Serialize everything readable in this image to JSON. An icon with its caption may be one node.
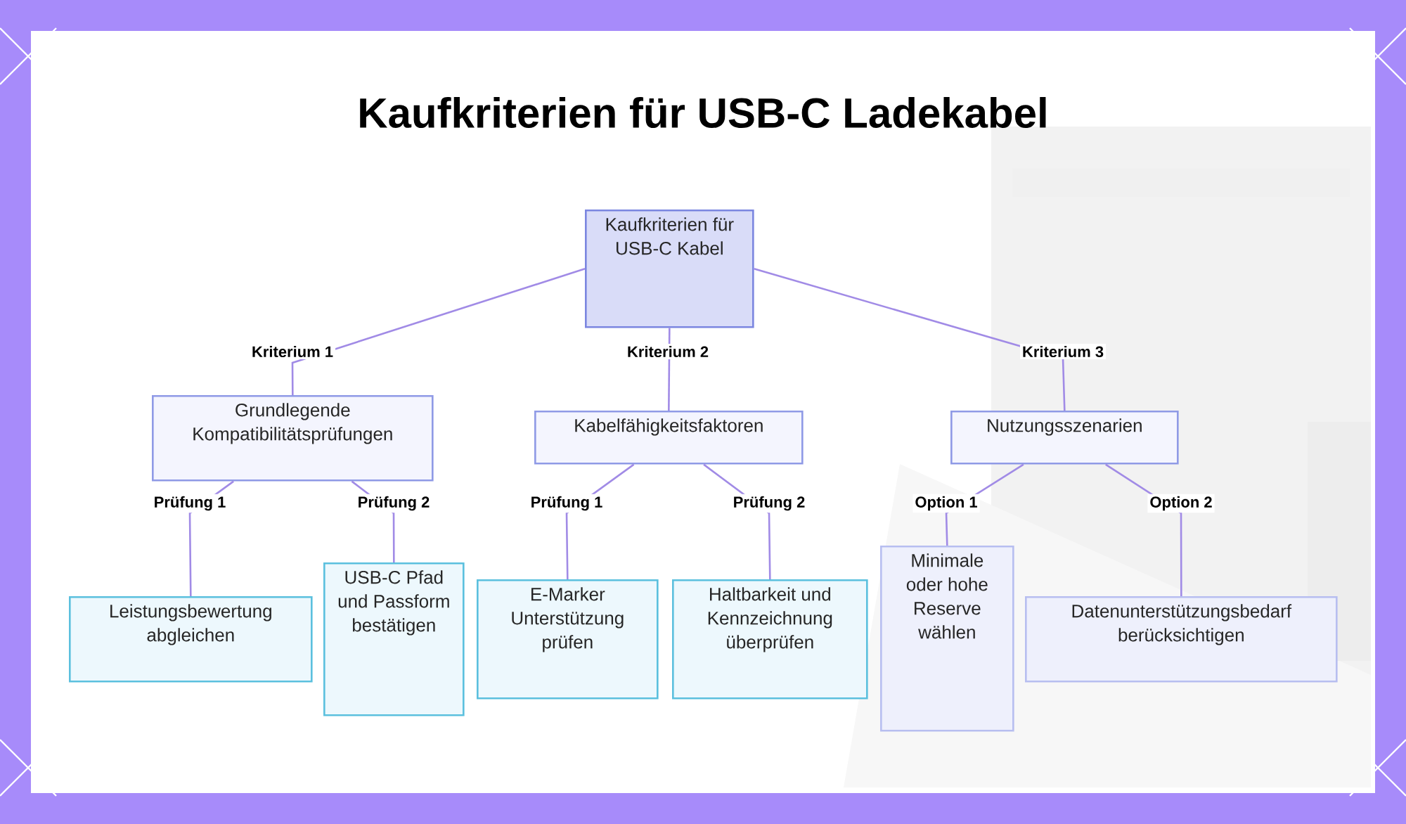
{
  "diagram": {
    "title": "Kaufkriterien für USB-C Ladekabel",
    "nodes": [
      {
        "text": [
          "Kaufkriterien für USB-C Kabel"
        ]
      },
      {
        "text": [
          "Grundlegende Kompatibilitätsprüfungen"
        ]
      },
      {
        "text": [
          "Kabelfähigkeitsfaktoren"
        ]
      },
      {
        "text": [
          "Nutzungsszenarien"
        ]
      },
      {
        "text": [
          "Leistungsbewertung abgleichen"
        ]
      },
      {
        "text": [
          "USB-C Pfad und Passform bestätigen"
        ]
      },
      {
        "text": [
          "E-Marker Unterstützung prüfen"
        ]
      },
      {
        "text": [
          "Haltbarkeit und Kennzeichnung überprüfen"
        ]
      },
      {
        "text": [
          "Minimale oder hohe Reserve wählen"
        ]
      },
      {
        "text": [
          "Datenunterstützungsbedarf berücksichtigen"
        ]
      }
    ],
    "edges": [
      {
        "from": 0,
        "to": 1,
        "arrow": "none",
        "label": "Kriterium 1"
      },
      {
        "from": 0,
        "to": 2,
        "arrow": "none",
        "label": "Kriterium 2"
      },
      {
        "from": 0,
        "to": 3,
        "arrow": "none",
        "label": "Kriterium 3"
      },
      {
        "from": 1,
        "to": 4,
        "arrow": "none",
        "label": "Prüfung 1"
      },
      {
        "from": 1,
        "to": 5,
        "arrow": "none",
        "label": "Prüfung 2"
      },
      {
        "from": 2,
        "to": 6,
        "arrow": "none",
        "label": "Prüfung 1"
      },
      {
        "from": 2,
        "to": 7,
        "arrow": "none",
        "label": "Prüfung 2"
      },
      {
        "from": 3,
        "to": 8,
        "arrow": "none",
        "label": "Option 1"
      },
      {
        "from": 3,
        "to": 9,
        "arrow": "none",
        "label": "Option 2"
      }
    ]
  }
}
